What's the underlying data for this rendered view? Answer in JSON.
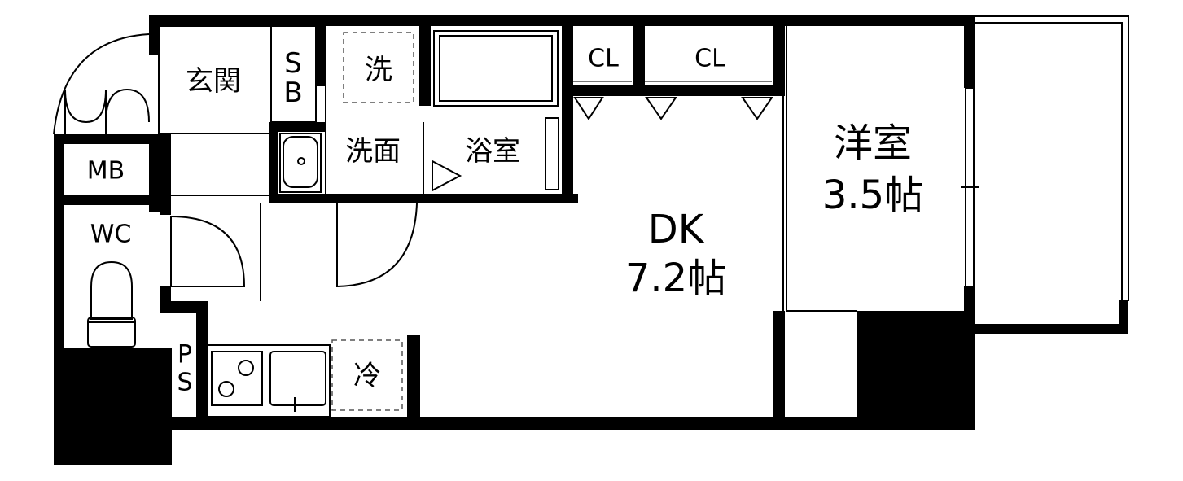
{
  "rooms": {
    "entrance": "玄関",
    "shoebox_top": "S",
    "shoebox_bottom": "B",
    "washer": "洗",
    "washroom": "洗面",
    "bathroom": "浴室",
    "closet_1": "CL",
    "closet_2": "CL",
    "meter_box": "MB",
    "toilet": "WC",
    "pipe_space_top": "P",
    "pipe_space_bottom": "S",
    "fridge": "冷",
    "dk_name": "DK",
    "dk_size": "7.2帖",
    "western_name": "洋室",
    "western_size": "3.5帖"
  },
  "colors": {
    "wall": "#000000",
    "background": "#ffffff",
    "fixture_line": "#777777"
  }
}
